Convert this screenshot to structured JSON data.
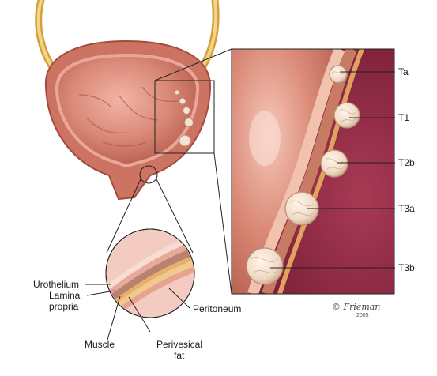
{
  "stage_labels": {
    "ta": "Ta",
    "t1": "T1",
    "t2b": "T2b",
    "t3a": "T3a",
    "t3b": "T3b"
  },
  "layer_labels": {
    "urothelium": "Urothelium",
    "lamina_line1": "Lamina",
    "lamina_line2": "propria",
    "muscle": "Muscle",
    "perivesical_line1": "Perivesical",
    "perivesical_line2": "fat",
    "peritoneum": "Peritoneum"
  },
  "signature": {
    "name": "© Frieman",
    "year": "2005"
  }
}
